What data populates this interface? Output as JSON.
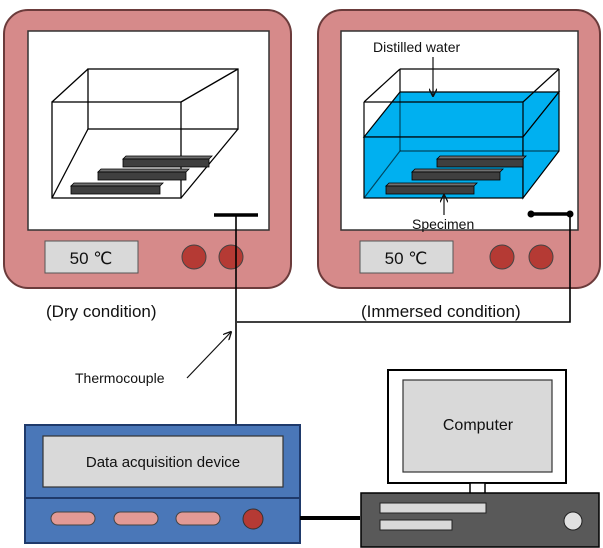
{
  "ovens": [
    {
      "temperature": "50 ℃",
      "caption": "(Dry condition)"
    },
    {
      "temperature": "50 ℃",
      "caption": "(Immersed condition)"
    }
  ],
  "labels": {
    "distilled_water": "Distilled water",
    "specimen": "Specimen",
    "thermocouple": "Thermocouple",
    "daq": "Data acquisition device",
    "computer": "Computer"
  },
  "colors": {
    "oven_body": "#D68A8A",
    "knob": "#B53A34",
    "water": "#00B0F0",
    "specimen": "#3F3F3F",
    "daq_body": "#4A77B8",
    "daq_button": "#E39A95",
    "screen": "#D9D9D9",
    "computer_case": "#595959"
  }
}
